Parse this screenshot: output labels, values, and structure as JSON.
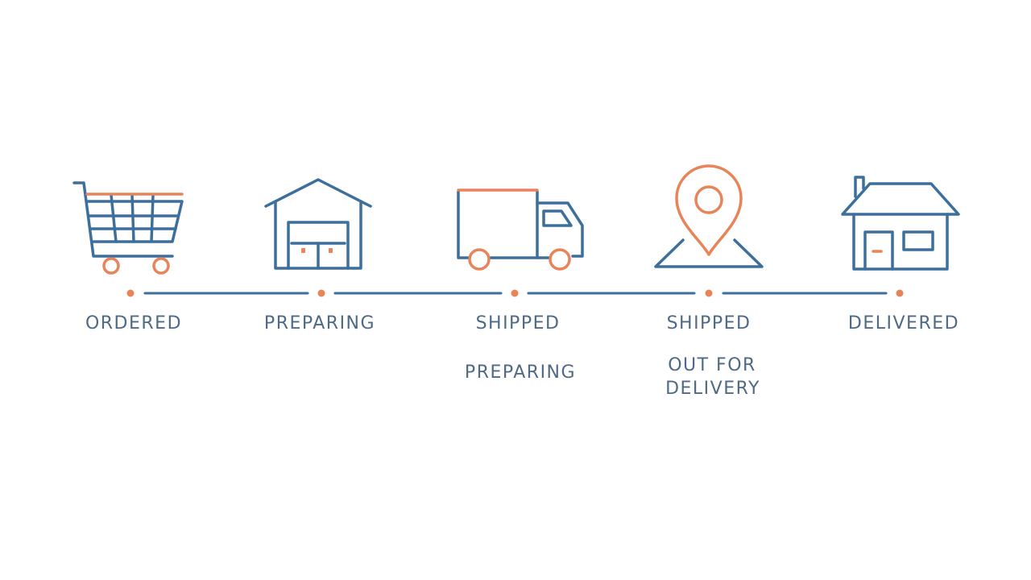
{
  "colors": {
    "blue": "#3d6f9c",
    "orange": "#e8845a",
    "label": "#4e6a86"
  },
  "steps": [
    {
      "icon": "shopping-cart-icon",
      "label": "ORDERED"
    },
    {
      "icon": "warehouse-icon",
      "label": "PREPARING"
    },
    {
      "icon": "delivery-truck-icon",
      "label": "SHIPPED",
      "sublabel": "PREPARING"
    },
    {
      "icon": "map-pin-icon",
      "label": "SHIPPED",
      "sublabel_line1": "OUT FOR",
      "sublabel_line2": "DELIVERY"
    },
    {
      "icon": "house-icon",
      "label": "DELIVERED"
    }
  ]
}
